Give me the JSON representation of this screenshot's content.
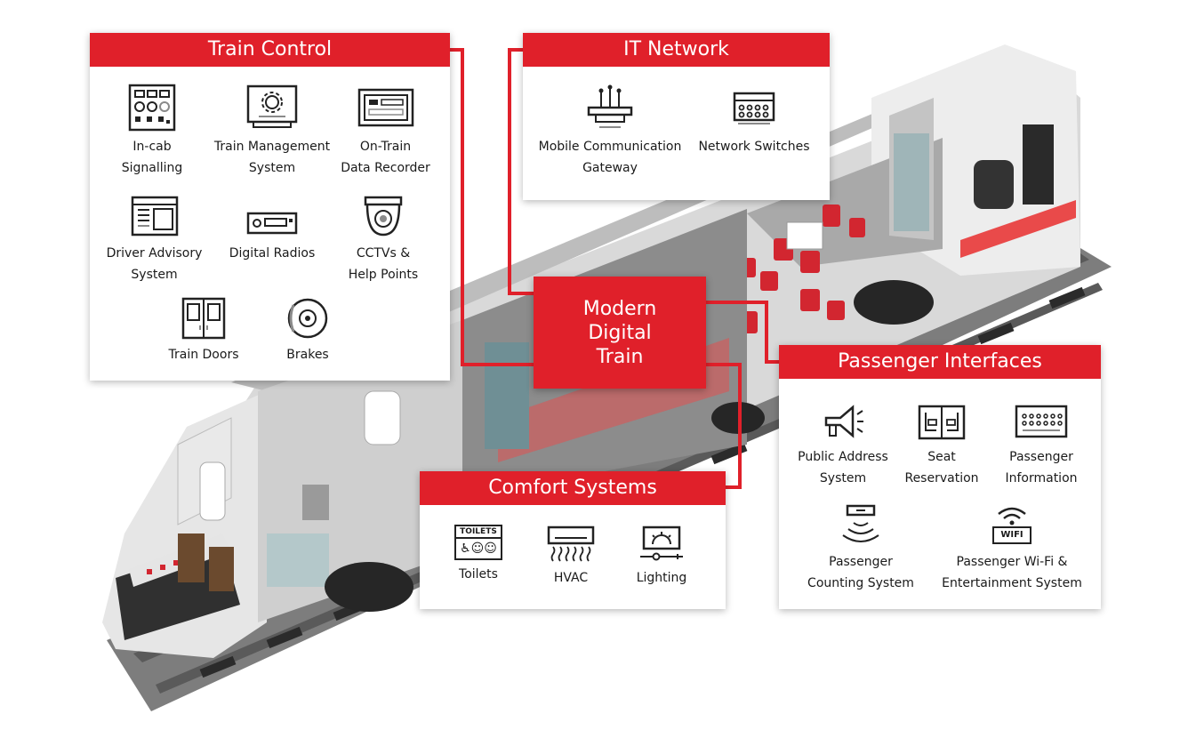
{
  "center": {
    "label": "Modern\nDigital\nTrain"
  },
  "colors": {
    "accent": "#e0202a",
    "dark": "#222222",
    "grey": "#8a8a8a"
  },
  "panels": {
    "train_control": {
      "title": "Train Control",
      "items": [
        {
          "label": "In-cab\nSignalling",
          "icon": "signal-panel-icon"
        },
        {
          "label": "Train Management\nSystem",
          "icon": "management-screen-icon"
        },
        {
          "label": "On-Train\nData Recorder",
          "icon": "data-recorder-icon"
        },
        {
          "label": "Driver Advisory\nSystem",
          "icon": "advisory-screen-icon"
        },
        {
          "label": "Digital Radios",
          "icon": "radio-icon"
        },
        {
          "label": "CCTVs &\nHelp Points",
          "icon": "cctv-dome-icon"
        },
        {
          "label": "Train Doors",
          "icon": "door-icon"
        },
        {
          "label": "Brakes",
          "icon": "brake-disc-icon"
        }
      ]
    },
    "it_network": {
      "title": "IT Network",
      "items": [
        {
          "label": "Mobile Communication\nGateway",
          "icon": "gateway-icon"
        },
        {
          "label": "Network Switches",
          "icon": "network-switch-icon"
        }
      ]
    },
    "comfort": {
      "title": "Comfort Systems",
      "items": [
        {
          "label": "Toilets",
          "icon": "toilets-sign-icon",
          "sign": "TOILETS"
        },
        {
          "label": "HVAC",
          "icon": "hvac-icon"
        },
        {
          "label": "Lighting",
          "icon": "lighting-icon"
        }
      ]
    },
    "passenger": {
      "title": "Passenger Interfaces",
      "items": [
        {
          "label": "Public Address\nSystem",
          "icon": "megaphone-icon"
        },
        {
          "label": "Seat\nReservation",
          "icon": "seat-reservation-icon"
        },
        {
          "label": "Passenger\nInformation",
          "icon": "info-display-icon"
        },
        {
          "label": "Passenger\nCounting System",
          "icon": "counting-sensor-icon"
        },
        {
          "label": "Passenger Wi-Fi &\nEntertainment System",
          "icon": "wifi-icon",
          "sign": "WIFI"
        }
      ]
    }
  }
}
